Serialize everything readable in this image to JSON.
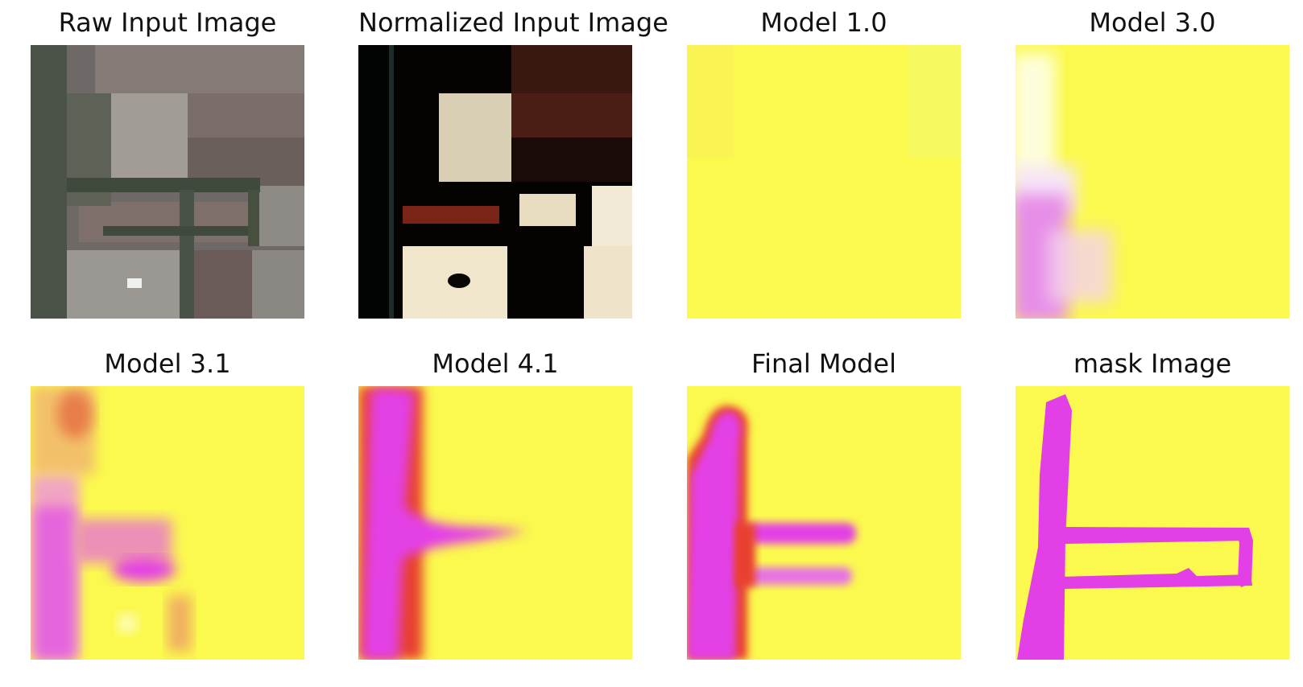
{
  "panels": [
    {
      "title": "Raw Input Image"
    },
    {
      "title": "Normalized Input Image"
    },
    {
      "title": "Model 1.0"
    },
    {
      "title": "Model 3.0"
    },
    {
      "title": "Model 3.1"
    },
    {
      "title": "Model 4.1"
    },
    {
      "title": "Final Model"
    },
    {
      "title": "mask Image"
    }
  ],
  "colors": {
    "background_class": "#fbf94e",
    "road_class": "#e33fe6",
    "edge_class": "#e8322d"
  }
}
